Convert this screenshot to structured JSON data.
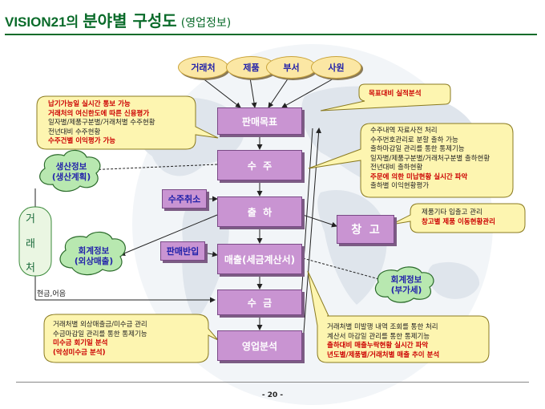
{
  "title": {
    "brand": "VISION21의",
    "main": "분야별 구성도",
    "sub": "(영업정보)"
  },
  "sources": [
    "거래처",
    "제품",
    "부서",
    "사원"
  ],
  "processes": [
    "판매목표",
    "수  주",
    "출  하",
    "매출(세금계산서)",
    "수  금",
    "영업분석"
  ],
  "side_boxes": {
    "cancel": "수주취소",
    "return": "판매반입",
    "warehouse": "창  고"
  },
  "clouds": {
    "production": [
      "생산정보",
      "(생산계획)"
    ],
    "accounting_sales": [
      "회계정보",
      "(외상매출)"
    ],
    "accounting_vat": [
      "회계정보",
      "(부가세)"
    ]
  },
  "vertical_label": [
    "거",
    "래",
    "처"
  ],
  "cash_label": "현금,어음",
  "notes": {
    "target_analysis": "목표대비 실적분석",
    "credit": [
      {
        "text": "납기가능일 실시간 통보 가능",
        "hl": true
      },
      {
        "text": "거래처의 여신한도에 따른 신용평가",
        "hl": true
      },
      {
        "text": "일자별/제품구분별/거래처별 수주현황",
        "hl": false
      },
      {
        "text": "전년대비 수주현황",
        "hl": false
      },
      {
        "text": "수주건별 이익평가 가능",
        "hl": true
      }
    ],
    "order": [
      {
        "text": "수주내역 자료사전 처리",
        "hl": false
      },
      {
        "text": "수주번호관리로 분할 출하 가능",
        "hl": false
      },
      {
        "text": "출하마감일 관리를 통한 통제기능",
        "hl": false
      },
      {
        "text": "일자별/제품구분별/거래처구분별 출하현황",
        "hl": false
      },
      {
        "text": "전년대비 출하현황",
        "hl": false
      },
      {
        "text": "주문에 의한 미납현황 실시간 파악",
        "hl": true
      },
      {
        "text": "출하별 이익현황평가",
        "hl": false
      }
    ],
    "warehouse": [
      {
        "text": "제품기타 입출고 관리",
        "hl": false
      },
      {
        "text": "창고별 제품 이동현황관리",
        "hl": true
      }
    ],
    "receivable": [
      {
        "text": "거래처별 외상매출금/미수금 관리",
        "hl": false
      },
      {
        "text": "수금마감일 관리를 통한 통제기능",
        "hl": false
      },
      {
        "text": "미수금 회기일 분석",
        "hl": true
      },
      {
        "text": "(악성미수금 분석)",
        "hl": true
      }
    ],
    "sales": [
      {
        "text": "거래처별 미발행 내역 조회를 통한 처리",
        "hl": false
      },
      {
        "text": "계산서 마감일 관리를 통한 통제기능",
        "hl": false
      },
      {
        "text": "출하대비 매출누락현황 실시간 파악",
        "hl": true
      },
      {
        "text": "년도별/제품별/거래처별 매출 추이 분석",
        "hl": true
      }
    ]
  },
  "page_number": "- 20 -",
  "colors": {
    "title": "#0a6b2a",
    "process_box": "#c994d2",
    "source_box": "#fbe7a4",
    "note_fill": "#fdf5b0",
    "highlight_text": "#cc0000",
    "cloud_fill": "#b8e8b0"
  }
}
